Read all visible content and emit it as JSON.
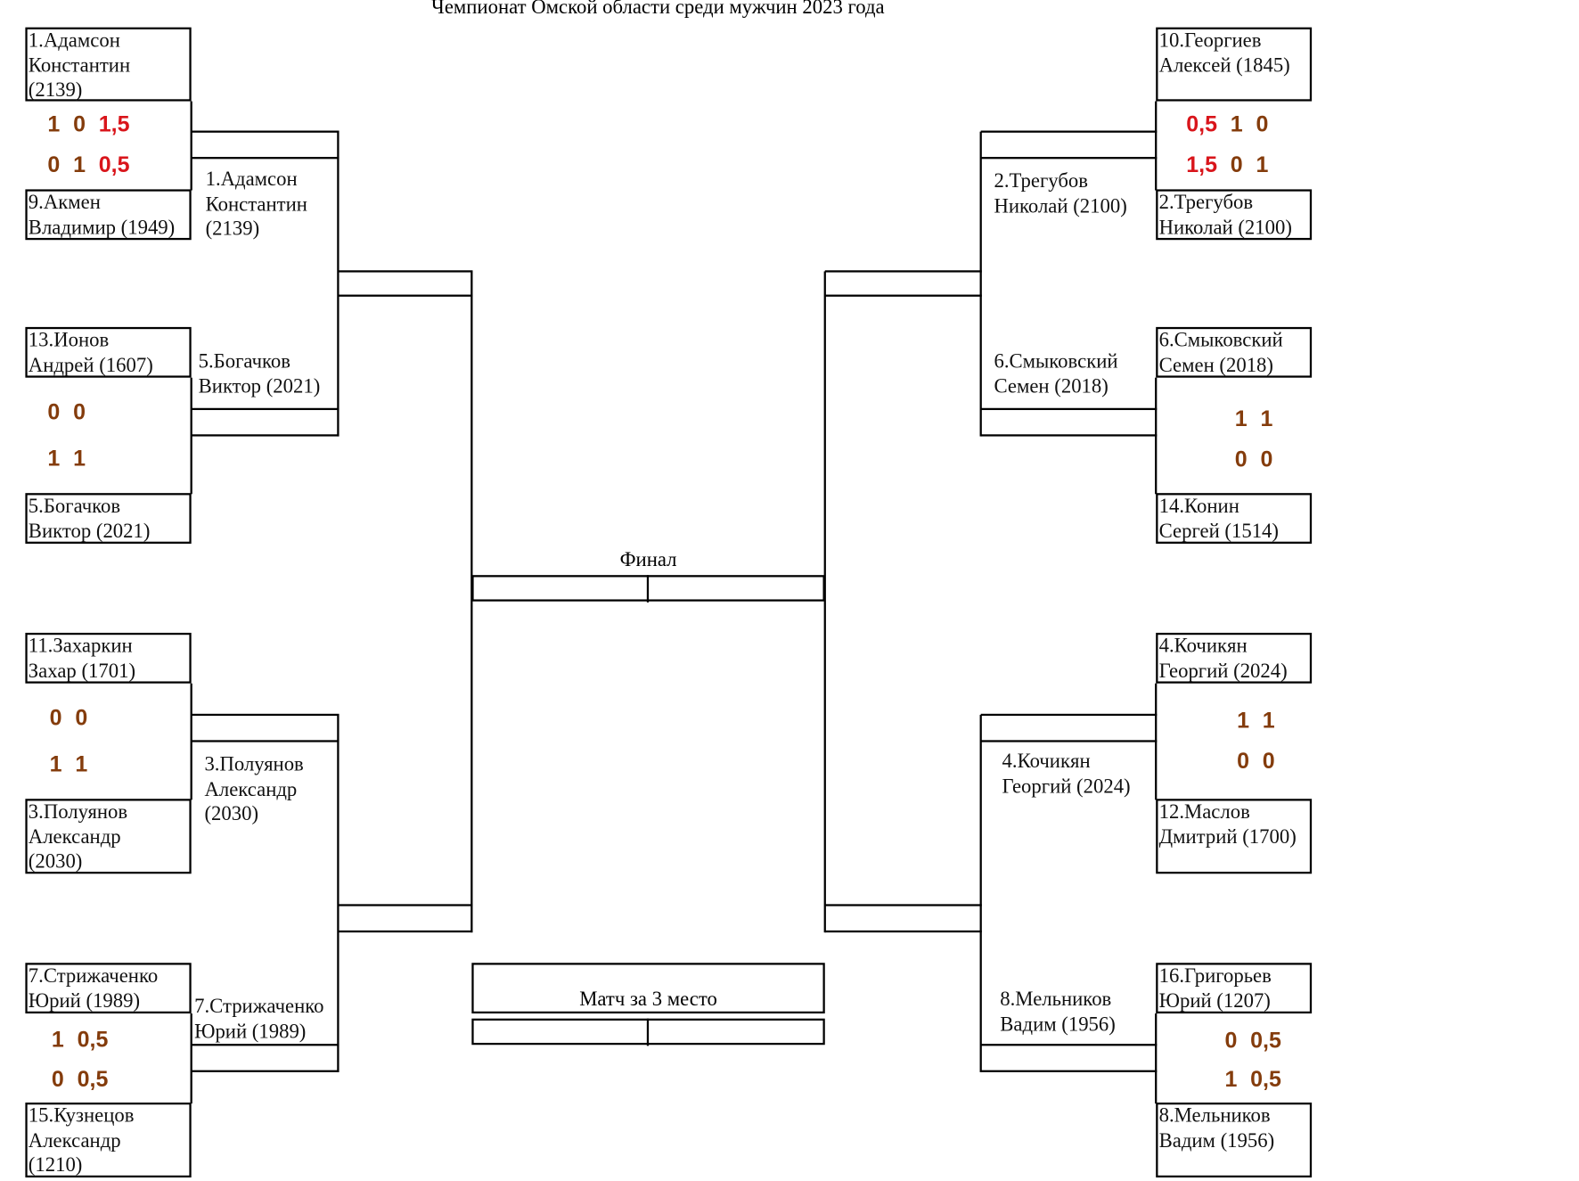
{
  "title": "Чемпионат Омской области среди мужчин 2023 года",
  "final_label": "Финал",
  "third_place_label": "Матч за 3 место",
  "colors": {
    "score": "#843c0c",
    "tiebreak_score": "#d9151b",
    "line": "#000000"
  },
  "round1": [
    {
      "top": "1.Адамсон\nКонстантин\n(2139)",
      "bottom": "9.Акмен\nВладимир (1949)",
      "scores_top": [
        {
          "v": "1"
        },
        {
          "v": "0"
        },
        {
          "v": "1,5",
          "tiebreak": true
        }
      ],
      "scores_bottom": [
        {
          "v": "0"
        },
        {
          "v": "1"
        },
        {
          "v": "0,5",
          "tiebreak": true
        }
      ]
    },
    {
      "top": "13.Ионов\nАндрей (1607)",
      "bottom": "5.Богачков\nВиктор (2021)",
      "scores_top": [
        {
          "v": "0"
        },
        {
          "v": "0"
        }
      ],
      "scores_bottom": [
        {
          "v": "1"
        },
        {
          "v": "1"
        }
      ]
    },
    {
      "top": "11.Захаркин\nЗахар (1701)",
      "bottom": "3.Полуянов\nАлександр\n(2030)",
      "scores_top": [
        {
          "v": "0"
        },
        {
          "v": "0"
        }
      ],
      "scores_bottom": [
        {
          "v": "1"
        },
        {
          "v": "1"
        }
      ]
    },
    {
      "top": "7.Стрижаченко\nЮрий (1989)",
      "bottom": "15.Кузнецов\nАлександр\n(1210)",
      "scores_top": [
        {
          "v": "1"
        },
        {
          "v": "0,5"
        }
      ],
      "scores_bottom": [
        {
          "v": "0"
        },
        {
          "v": "0,5"
        }
      ]
    },
    {
      "top": "10.Георгиев\nАлексей (1845)",
      "bottom": "2.Трегубов\nНиколай (2100)",
      "scores_top": [
        {
          "v": "0,5",
          "tiebreak": true
        },
        {
          "v": "1"
        },
        {
          "v": "0"
        }
      ],
      "scores_bottom": [
        {
          "v": "1,5",
          "tiebreak": true
        },
        {
          "v": "0"
        },
        {
          "v": "1"
        }
      ]
    },
    {
      "top": "6.Смыковский\nСемен (2018)",
      "bottom": "14.Конин\nСергей (1514)",
      "scores_top": [
        {
          "v": "1"
        },
        {
          "v": "1"
        }
      ],
      "scores_bottom": [
        {
          "v": "0"
        },
        {
          "v": "0"
        }
      ]
    },
    {
      "top": "4.Кочикян\nГеоргий (2024)",
      "bottom": "12.Маслов\nДмитрий (1700)",
      "scores_top": [
        {
          "v": "1"
        },
        {
          "v": "1"
        }
      ],
      "scores_bottom": [
        {
          "v": "0"
        },
        {
          "v": "0"
        }
      ]
    },
    {
      "top": "16.Григорьев\nЮрий (1207)",
      "bottom": "8.Мельников\nВадим (1956)",
      "scores_top": [
        {
          "v": "0"
        },
        {
          "v": "0,5"
        }
      ],
      "scores_bottom": [
        {
          "v": "1"
        },
        {
          "v": "0,5"
        }
      ]
    }
  ],
  "quarterfinal_entrants": [
    "1.Адамсон\nКонстантин\n(2139)",
    "5.Богачков\nВиктор (2021)",
    "3.Полуянов\nАлександр\n(2030)",
    "7.Стрижаченко\nЮрий (1989)",
    "2.Трегубов\nНиколай (2100)",
    "6.Смыковский\nСемен (2018)",
    "4.Кочикян\nГеоргий (2024)",
    "8.Мельников\nВадим (1956)"
  ]
}
